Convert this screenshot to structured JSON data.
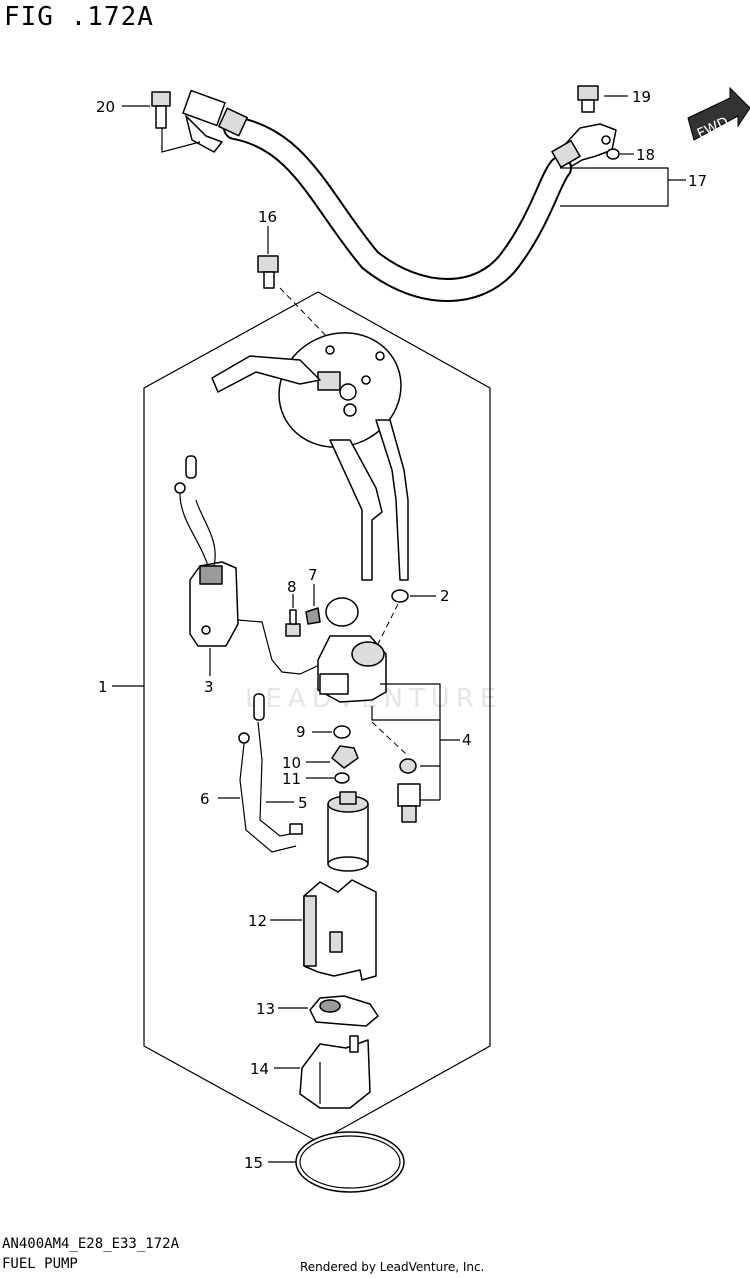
{
  "header": {
    "figure_label": "FIG .172A"
  },
  "watermark": "LEADVENTURE",
  "direction_badge": "FWD",
  "callouts": {
    "c1": "1",
    "c2": "2",
    "c3": "3",
    "c4": "4",
    "c5": "5",
    "c6": "6",
    "c7": "7",
    "c8": "8",
    "c9": "9",
    "c10": "10",
    "c11": "11",
    "c12": "12",
    "c13": "13",
    "c14": "14",
    "c15": "15",
    "c16": "16",
    "c17": "17",
    "c18": "18",
    "c19": "19",
    "c20": "20"
  },
  "footer": {
    "model_code": "AN400AM4_E28_E33_172A",
    "section_name": "FUEL PUMP",
    "rendered_by": "Rendered by LeadVenture, Inc."
  }
}
